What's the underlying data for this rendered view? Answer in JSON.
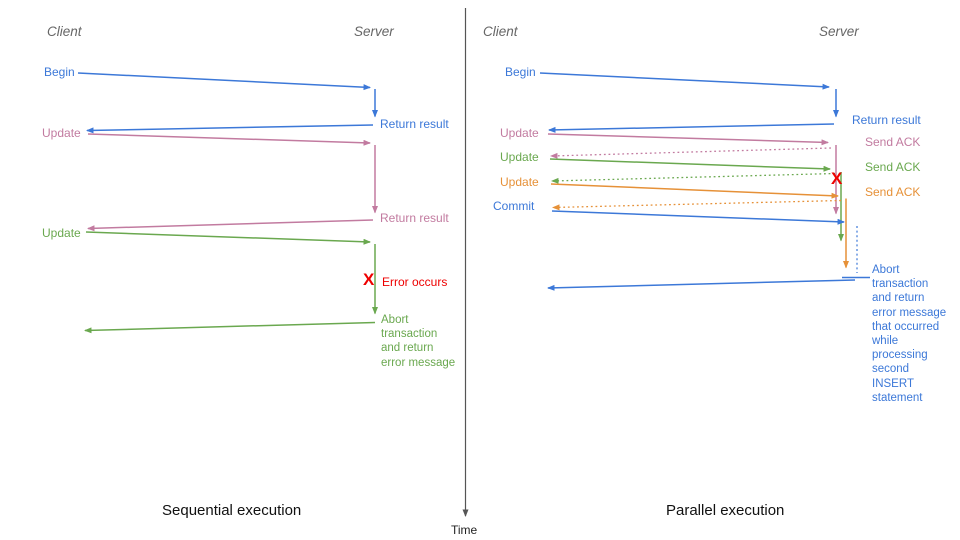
{
  "colors": {
    "blue": "#3c78d8",
    "pink": "#c27ba0",
    "green": "#6aa84f",
    "orange": "#e69138",
    "red": "#ee0000",
    "header_gray": "#666666",
    "axis_gray": "#555555"
  },
  "time_label": "Time",
  "left_panel": {
    "caption": "Sequential execution",
    "client_header": "Client",
    "server_header": "Server",
    "begin_label": "Begin",
    "begin_return_label": "Return result",
    "update1_label": "Update",
    "update1_return_label": "Return result",
    "update2_label": "Update",
    "error_x": "X",
    "error_label": "Error occurs",
    "abort_lines": [
      "Abort",
      "transaction",
      "and return",
      "error message"
    ]
  },
  "right_panel": {
    "caption": "Parallel execution",
    "client_header": "Client",
    "server_header": "Server",
    "begin_label": "Begin",
    "begin_return_label": "Return result",
    "update1_label": "Update",
    "ack1_label": "Send ACK",
    "update2_label": "Update",
    "ack2_label": "Send ACK",
    "update3_label": "Update",
    "ack3_label": "Send ACK",
    "commit_label": "Commit",
    "error_x": "X",
    "abort_lines": [
      "Abort",
      "transaction",
      "and return",
      "error message",
      "that occurred",
      "while",
      "processing",
      "second",
      "INSERT",
      "statement"
    ]
  }
}
